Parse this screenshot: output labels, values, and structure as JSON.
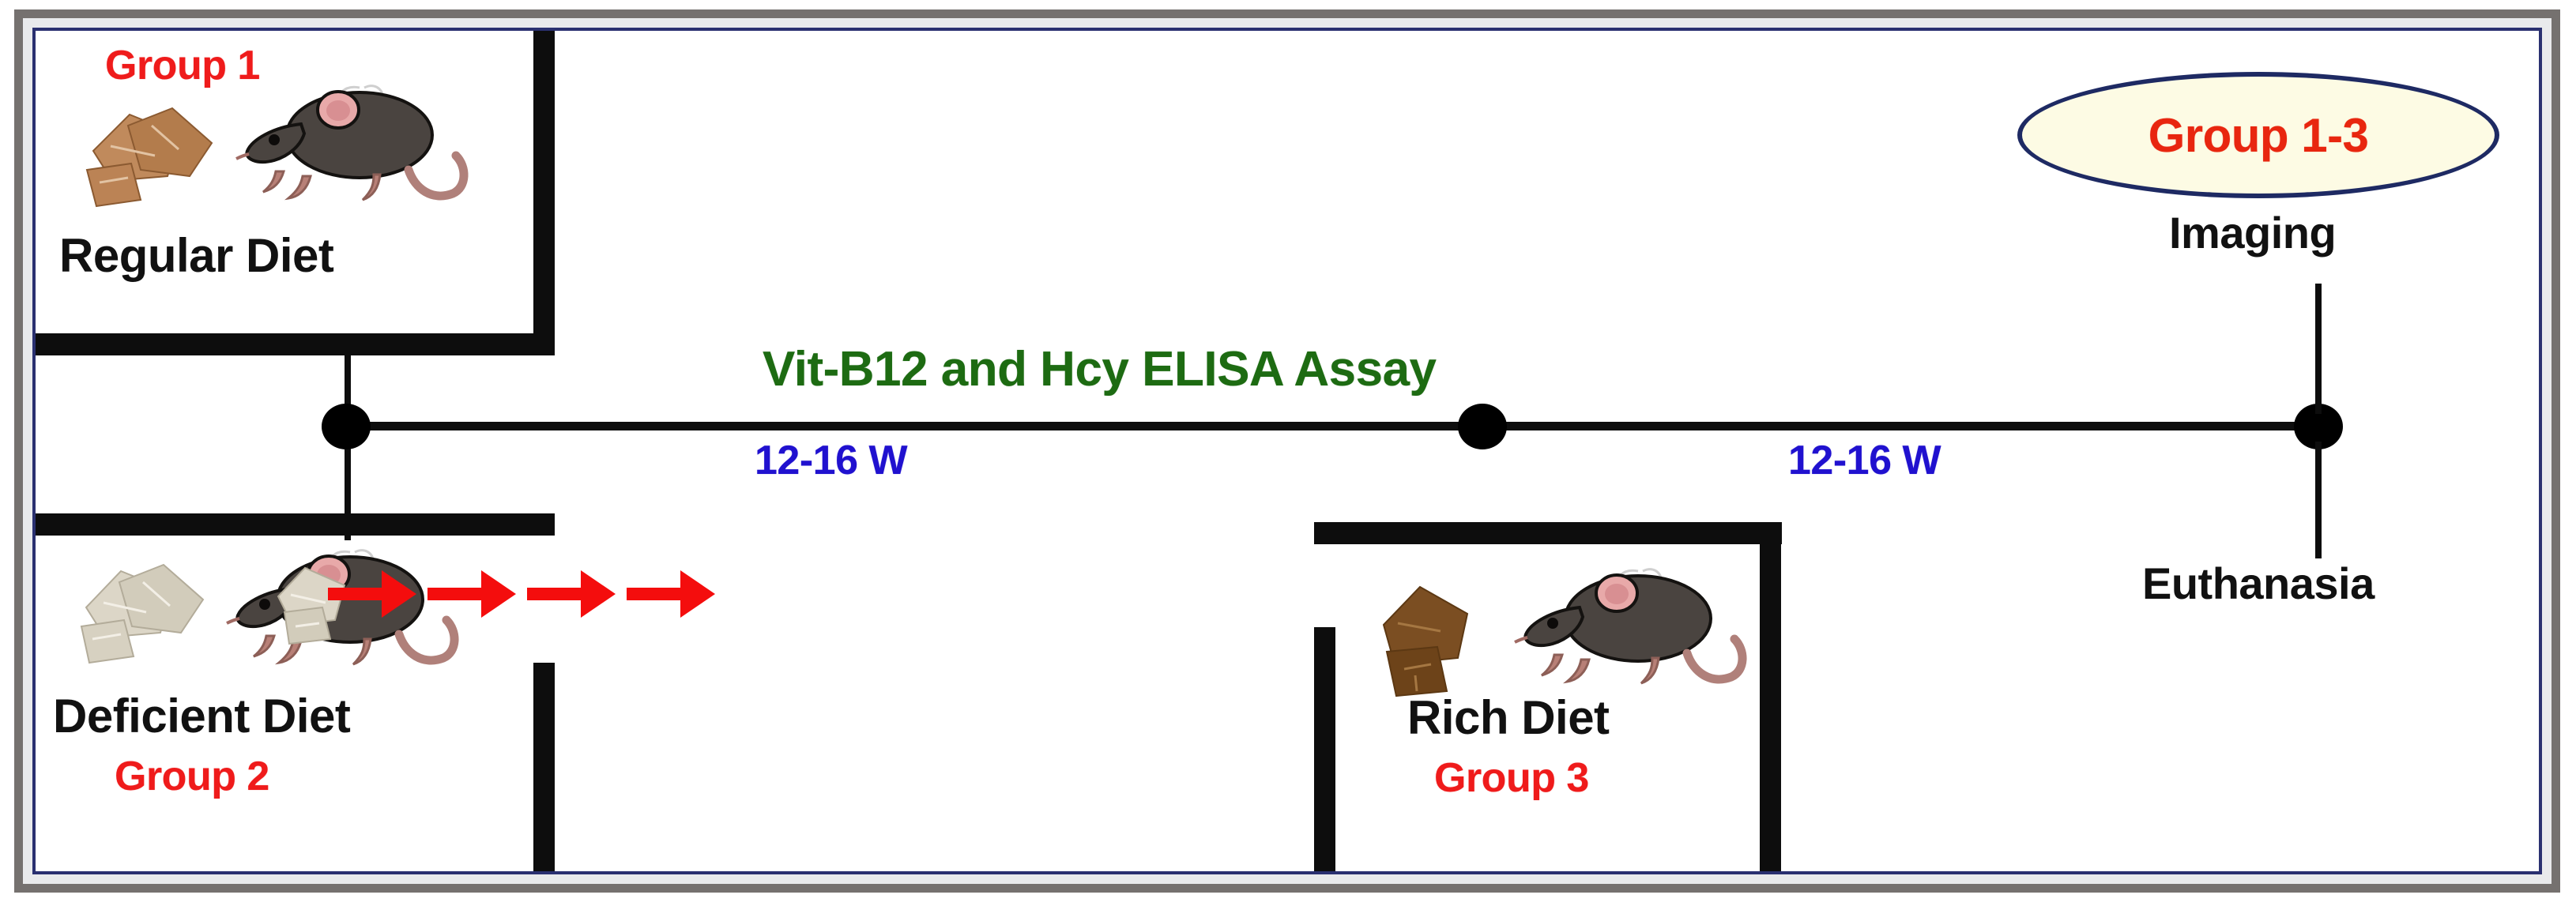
{
  "figure": {
    "title": "Mouse dietary intervention study timeline",
    "canvas_background": "#ffffff"
  },
  "colors": {
    "group_label_red": "#ef1b1b",
    "assay_text_green": "#1d6b12",
    "duration_text_blue": "#2011cf",
    "callout_fill": "#fdfbe4",
    "callout_border_navy": "#1e2a63",
    "callout_text_red": "#e8260f",
    "arrow_red": "#f40d0d",
    "rule_black": "#0d0d0d",
    "frame_gray": "#75716f",
    "frame_navy": "#2a3070"
  },
  "groups": [
    {
      "id": "group-1",
      "group_label": "Group 1",
      "diet_label": "Regular Diet",
      "pellet_color": "#b5774a",
      "pellet_name": "brown-food-pellets-icon",
      "mouse_name": "black-mouse-icon"
    },
    {
      "id": "group-2",
      "group_label": "Group 2",
      "diet_label": "Deficient Diet",
      "pellet_color": "#d8d2c3",
      "pellet_name": "pale-food-pellets-icon",
      "mouse_name": "black-mouse-icon"
    },
    {
      "id": "group-3",
      "group_label": "Group 3",
      "diet_label": "Rich Diet",
      "pellet_color": "#7b4e22",
      "pellet_name": "dark-brown-food-pellet-icon",
      "mouse_name": "black-mouse-icon"
    }
  ],
  "timeline": {
    "assay_label": "Vit-B12 and Hcy ELISA Assay",
    "segment_1_duration": "12-16 W",
    "segment_2_duration": "12-16 W",
    "node_count": 3,
    "endpoint_callout": "Group 1-3",
    "endpoint_upper_label": "Imaging",
    "endpoint_lower_label": "Euthanasia"
  },
  "transition": {
    "description": "Deficient diet mice switched to rich diet",
    "arrow_count": 4,
    "arrow_color": "#f40d0d"
  }
}
